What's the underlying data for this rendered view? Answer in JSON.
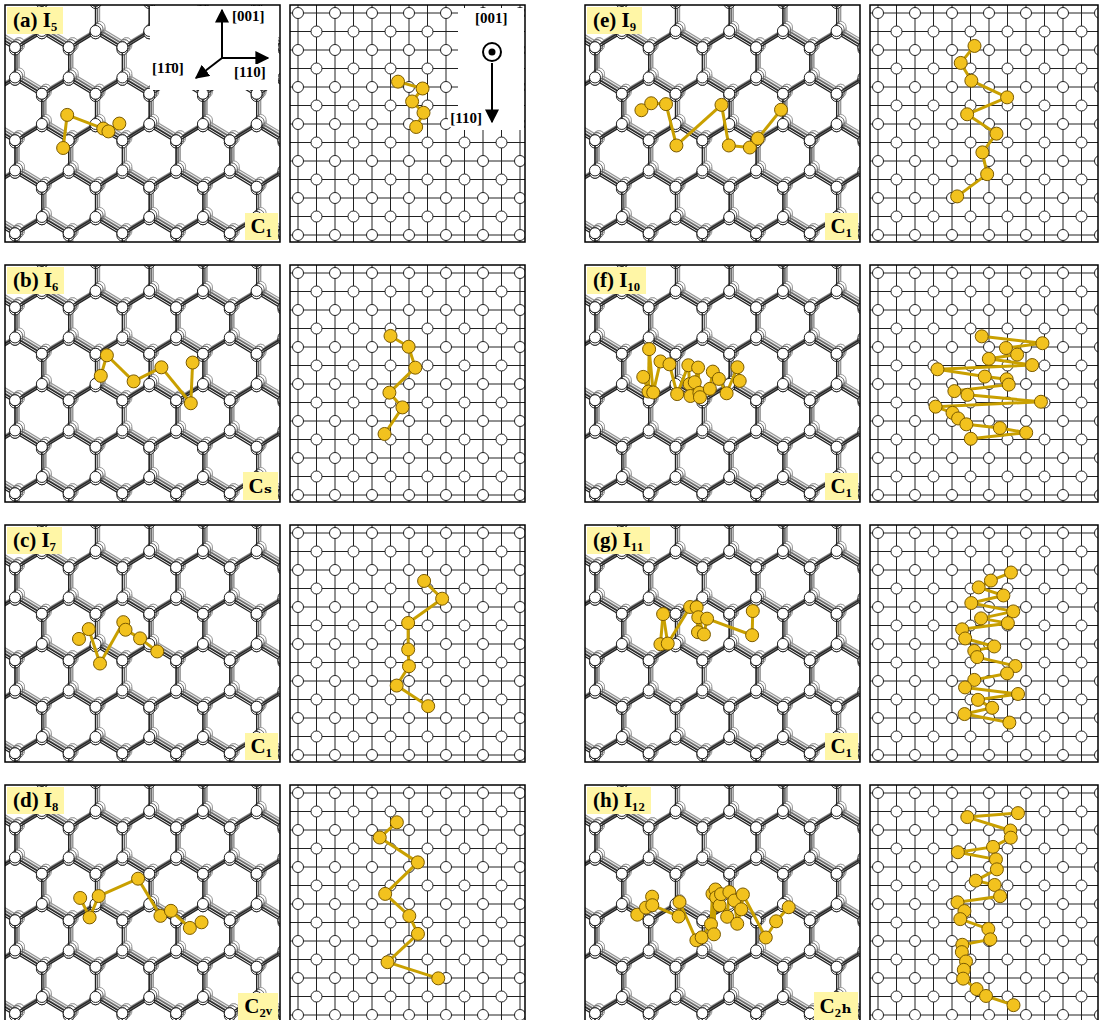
{
  "diagram": {
    "nodes": [
      {
        "text": [
          "(a) I₅"
        ]
      },
      {
        "text": [
          "C₁"
        ]
      },
      {
        "text": [
          "(b) I₆"
        ]
      },
      {
        "text": [
          "Cₛ"
        ]
      },
      {
        "text": [
          "(c) I₇"
        ]
      },
      {
        "text": [
          "C₁"
        ]
      },
      {
        "text": [
          "(d) I₈"
        ]
      },
      {
        "text": [
          "C₂ᵥ"
        ]
      },
      {
        "text": [
          "(e) I₉"
        ]
      },
      {
        "text": [
          "C₁"
        ]
      },
      {
        "text": [
          "(f) I₁₀"
        ]
      },
      {
        "text": [
          "C₁"
        ]
      },
      {
        "text": [
          "(g) I₁₁"
        ]
      },
      {
        "text": [
          "C₁"
        ]
      },
      {
        "text": [
          "(h) I₁₂"
        ]
      },
      {
        "text": [
          "C₂ₕ"
        ]
      }
    ],
    "labels": [
      "[001]",
      "[11̄0]",
      "[110]",
      "[001]",
      "[110]"
    ]
  }
}
